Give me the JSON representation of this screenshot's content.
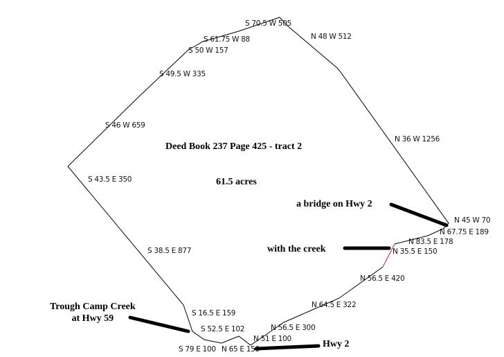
{
  "title": "Deed Book 237 Page 425 - tract 2",
  "area": "61.5 acres",
  "colors": {
    "boundary": "#000000",
    "creek_segment": "#cc2222"
  },
  "calls": [
    "S 70.5 W 505",
    "N 48 W 512",
    "S 61.75 W 88",
    "S 50 W 157",
    "S 49.5 W 335",
    "S 46 W 659",
    "N 36 W 1256",
    "S 43.5 E 350",
    "N 45 W 70",
    "N 67.75 E 189",
    "N 83.5 E 178",
    "N 35.5 E 150",
    "S 38.5 E 877",
    "N 56.5 E 420",
    "N 64.5 E 322",
    "S 16.5 E 159",
    "S 52.5 E 102",
    "N 56.5 E 300",
    "S 79 E 100",
    "N 65 E 150",
    "N 51 E 100"
  ],
  "annotations": {
    "bridge": "a bridge on Hwy 2",
    "creek": "with the creek",
    "trough_line1": "Trough Camp Creek",
    "trough_line2": "at Hwy 59",
    "hwy2": "Hwy 2"
  }
}
